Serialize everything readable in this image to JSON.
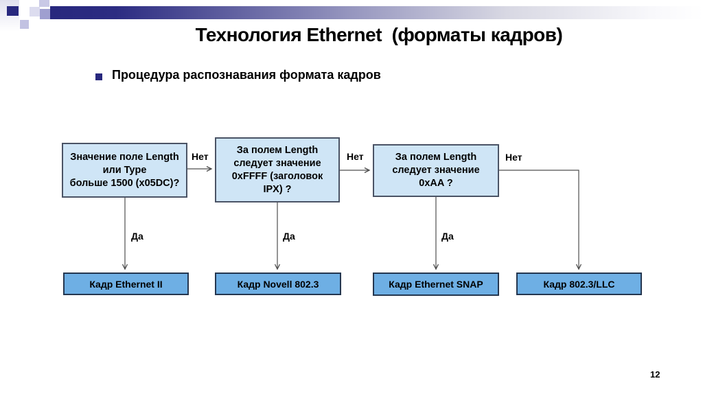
{
  "slide": {
    "title": "Технология Ethernet  (форматы кадров)",
    "bullet": "Процедура распознавания формата кадров",
    "page_number": "12"
  },
  "diagram": {
    "labels": {
      "no": "Нет",
      "yes": "Да"
    },
    "decisions": [
      {
        "text": "Значение поле Length\nили Type\nбольше 1500 (x05DC)?"
      },
      {
        "text": "За полем Length\nследует значение\n0xFFFF (заголовок\nIPX) ?"
      },
      {
        "text": "За полем Length\nследует значение\n0xAA ?"
      }
    ],
    "results": [
      {
        "label": "Кадр Ethernet II"
      },
      {
        "label": "Кадр Novell 802.3"
      },
      {
        "label": "Кадр Ethernet SNAP"
      },
      {
        "label": "Кадр 802.3/LLC"
      }
    ]
  },
  "colors": {
    "decision_fill": "#CFE5F6",
    "decision_border": "#4A5365",
    "result_fill": "#6EAFE4",
    "result_border": "#24364F",
    "accent_navy": "#28287E",
    "connector": "#4D4D4D"
  }
}
